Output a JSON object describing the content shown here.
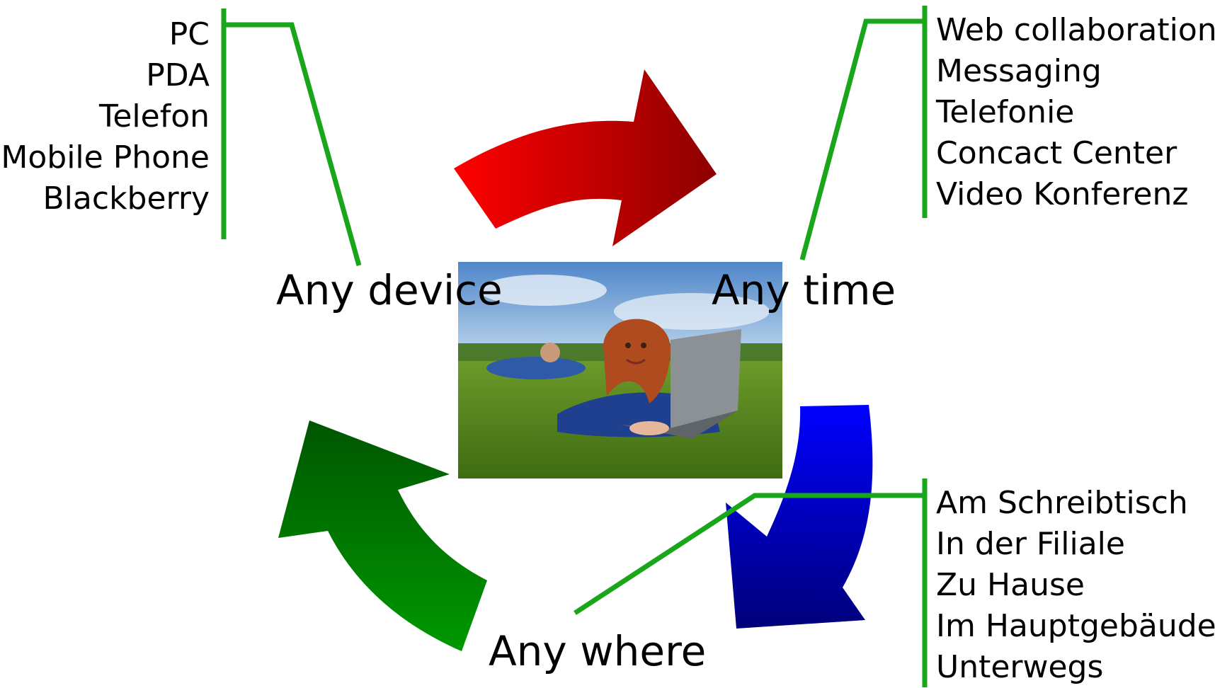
{
  "hubs": {
    "device": "Any device",
    "time": "Any time",
    "where": "Any where"
  },
  "device_list": [
    "PC",
    "PDA",
    "Telefon",
    "Mobile Phone",
    "Blackberry"
  ],
  "time_list": [
    "Web collaboration",
    "Messaging",
    "Telefonie",
    "Concact Center",
    "Video Konferenz"
  ],
  "where_list": [
    "Am Schreibtisch",
    "In der Filiale",
    "Zu Hause",
    "Im Hauptgebäude",
    "Unterwegs"
  ],
  "colors": {
    "connector": "#1aa61a",
    "arrow_red": "#e00000",
    "arrow_blue": "#0a0ad0",
    "arrow_green": "#0a8a0a"
  },
  "photo": {
    "icon": "woman-with-laptop-on-grass-photo"
  }
}
